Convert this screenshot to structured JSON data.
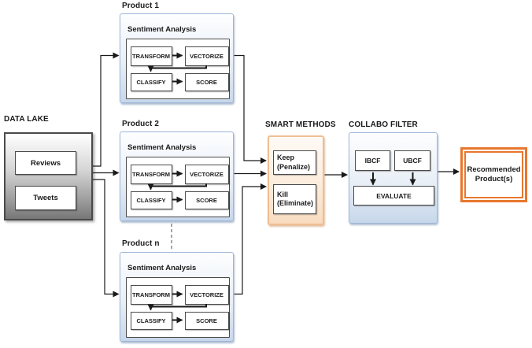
{
  "colors": {
    "canvas_bg": "#ffffff",
    "text": "#1a1a1a",
    "blue_box_border": "#9db7d8",
    "blue_box_top": "#fdfeff",
    "blue_box_bottom": "#c7d7ea",
    "blue_shadow": "#aebdd1",
    "orange_box_border": "#f0bd92",
    "orange_box_top": "#fefaf6",
    "orange_box_bottom": "#f8dcc0",
    "orange_shadow": "#dfc0a0",
    "accent_orange": "#e8772e",
    "inner_border": "#4a4a4a",
    "datalake_border": "#4a4a4a",
    "datalake_top": "#ffffff",
    "datalake_bottom": "#777777",
    "dash_gray": "#7f7f7f"
  },
  "data_lake": {
    "label": "DATA LAKE",
    "items": [
      "Reviews",
      "Tweets"
    ]
  },
  "products": [
    {
      "label": "Product 1",
      "module": "Sentiment Analysis",
      "steps": [
        "TRANSFORM",
        "VECTORIZE",
        "CLASSIFY",
        "SCORE"
      ]
    },
    {
      "label": "Product 2",
      "module": "Sentiment Analysis",
      "steps": [
        "TRANSFORM",
        "VECTORIZE",
        "CLASSIFY",
        "SCORE"
      ]
    },
    {
      "label": "Product n",
      "module": "Sentiment Analysis",
      "steps": [
        "TRANSFORM",
        "VECTORIZE",
        "CLASSIFY",
        "SCORE"
      ]
    }
  ],
  "smart_methods": {
    "label": "SMART METHODS",
    "items": [
      "Keep (Penalize)",
      "Kill (Eliminate)"
    ]
  },
  "collabo_filter": {
    "label": "COLLABO FILTER",
    "items": [
      "IBCF",
      "UBCF",
      "EVALUATE"
    ]
  },
  "output": {
    "label": "Recommended Product(s)"
  },
  "connections": [
    {
      "from": "Data Lake",
      "to": "Product 1"
    },
    {
      "from": "Data Lake",
      "to": "Product 2"
    },
    {
      "from": "Data Lake",
      "to": "Product n"
    },
    {
      "from": "Product 1",
      "to": "Smart Methods"
    },
    {
      "from": "Product 2",
      "to": "Smart Methods"
    },
    {
      "from": "Product n",
      "to": "Smart Methods"
    },
    {
      "from": "Smart Methods",
      "to": "Collabo Filter"
    },
    {
      "from": "Collabo Filter",
      "to": "Recommended Product(s)"
    },
    {
      "from": "Product 2",
      "to": "Product n",
      "style": "dashed-continuation"
    },
    {
      "from": "TRANSFORM",
      "to": "VECTORIZE",
      "within": "Sentiment Analysis"
    },
    {
      "from": "VECTORIZE",
      "to": "CLASSIFY",
      "within": "Sentiment Analysis"
    },
    {
      "from": "CLASSIFY",
      "to": "SCORE",
      "within": "Sentiment Analysis"
    },
    {
      "from": "IBCF",
      "to": "EVALUATE",
      "within": "Collabo Filter"
    },
    {
      "from": "UBCF",
      "to": "EVALUATE",
      "within": "Collabo Filter"
    }
  ]
}
